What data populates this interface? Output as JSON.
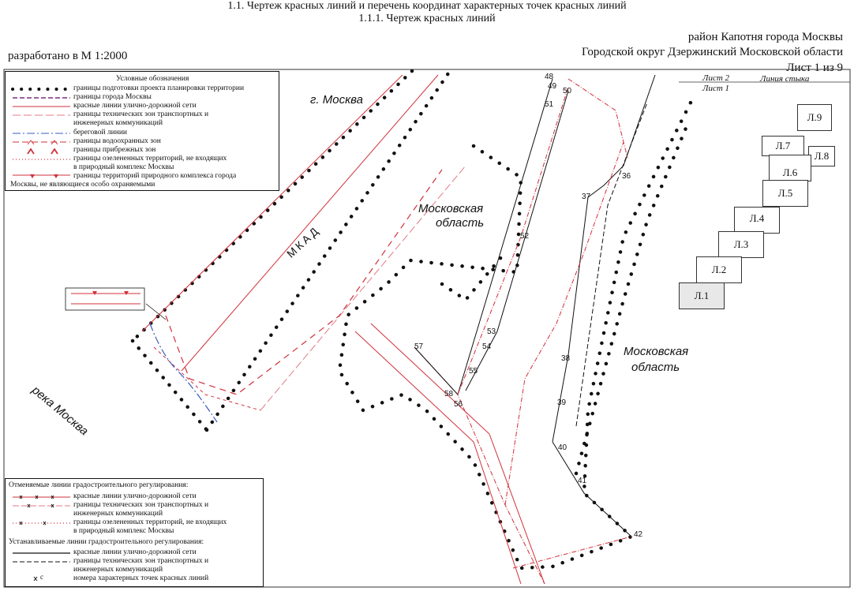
{
  "header": {
    "title_line1": "1.1. Чертеж красных линий и перечень координат характерных точек красных линий",
    "title_line2": "1.1.1. Чертеж красных линий",
    "district": "район Капотня города Москвы",
    "okrug": "Городской округ Дзержинский Московской области",
    "sheet": "Лист 1 из 9",
    "scale": "разработано в М 1:2000"
  },
  "legend_top": {
    "title": "Условные обозначения",
    "items": [
      {
        "text": "границы подготовки проекта планировки территории",
        "symbol": "big-dots"
      },
      {
        "text": "границы города Москвы",
        "symbol": "purple-dash"
      },
      {
        "text": "красные линии улично-дорожной сети",
        "symbol": "red-solid"
      },
      {
        "text": "границы технических зон транспортных и",
        "symbol": "pink-dash"
      },
      {
        "text": "инженерных коммуникаций",
        "symbol": "none"
      },
      {
        "text": "береговой линии",
        "symbol": "blue-dashdot"
      },
      {
        "text": "границы водоохранных зон",
        "symbol": "red-chevron"
      },
      {
        "text": "границы прибрежных зон",
        "symbol": "red-chevron-bold"
      },
      {
        "text": "границы озелененных территорий, не входящих",
        "symbol": "red-dotted"
      },
      {
        "text": "в природный комплекс Москвы",
        "symbol": "none"
      },
      {
        "text": "границы территорий природного комплекса города",
        "symbol": "red-triangles"
      },
      {
        "text": "Москвы, не являющиеся особо охраняемыми",
        "symbol": "none"
      }
    ]
  },
  "legend_bottom": {
    "section1": "Отменяемые линии градостроительного регулирования:",
    "items1": [
      {
        "text": "красные линии улично-дорожной сети"
      },
      {
        "text": "границы технических зон транспортных и"
      },
      {
        "text": "инженерных коммуникаций"
      },
      {
        "text": "границы озелененных территорий, не входящих"
      },
      {
        "text": "в природный комплекс Москвы"
      }
    ],
    "section2": "Устанавливаемые линии градостроительного регулирования:",
    "items2": [
      {
        "text": "красные линии улично-дорожной сети"
      },
      {
        "text": "границы технических зон транспортных и"
      },
      {
        "text": "инженерных коммуникаций"
      },
      {
        "text": "номера характерных точек красных линий",
        "symbol_text": "c"
      }
    ]
  },
  "map_labels": {
    "moscow": "г. Москва",
    "mo_1": "Московская",
    "mo_1b": "область",
    "mo_2": "Московская",
    "mo_2b": "область",
    "river": "река Москва",
    "mkad": "МКАД",
    "sheet2": "Лист 2",
    "sheet1": "Лист 1",
    "joint": "Линия стыка"
  },
  "point_numbers": [
    "48",
    "49",
    "50",
    "51",
    "52",
    "53",
    "54",
    "55",
    "56",
    "57",
    "58",
    "36",
    "37",
    "38",
    "39",
    "40",
    "41",
    "42"
  ],
  "key_sheets": [
    "Л.9",
    "Л.7",
    "Л.8",
    "Л.6",
    "Л.5",
    "Л.4",
    "Л.3",
    "Л.2",
    "Л.1"
  ],
  "colors": {
    "red": "#d0303a",
    "pink": "#e07a86",
    "purple": "#7a2f7a",
    "blue": "#3a5ec0",
    "black": "#111111"
  }
}
